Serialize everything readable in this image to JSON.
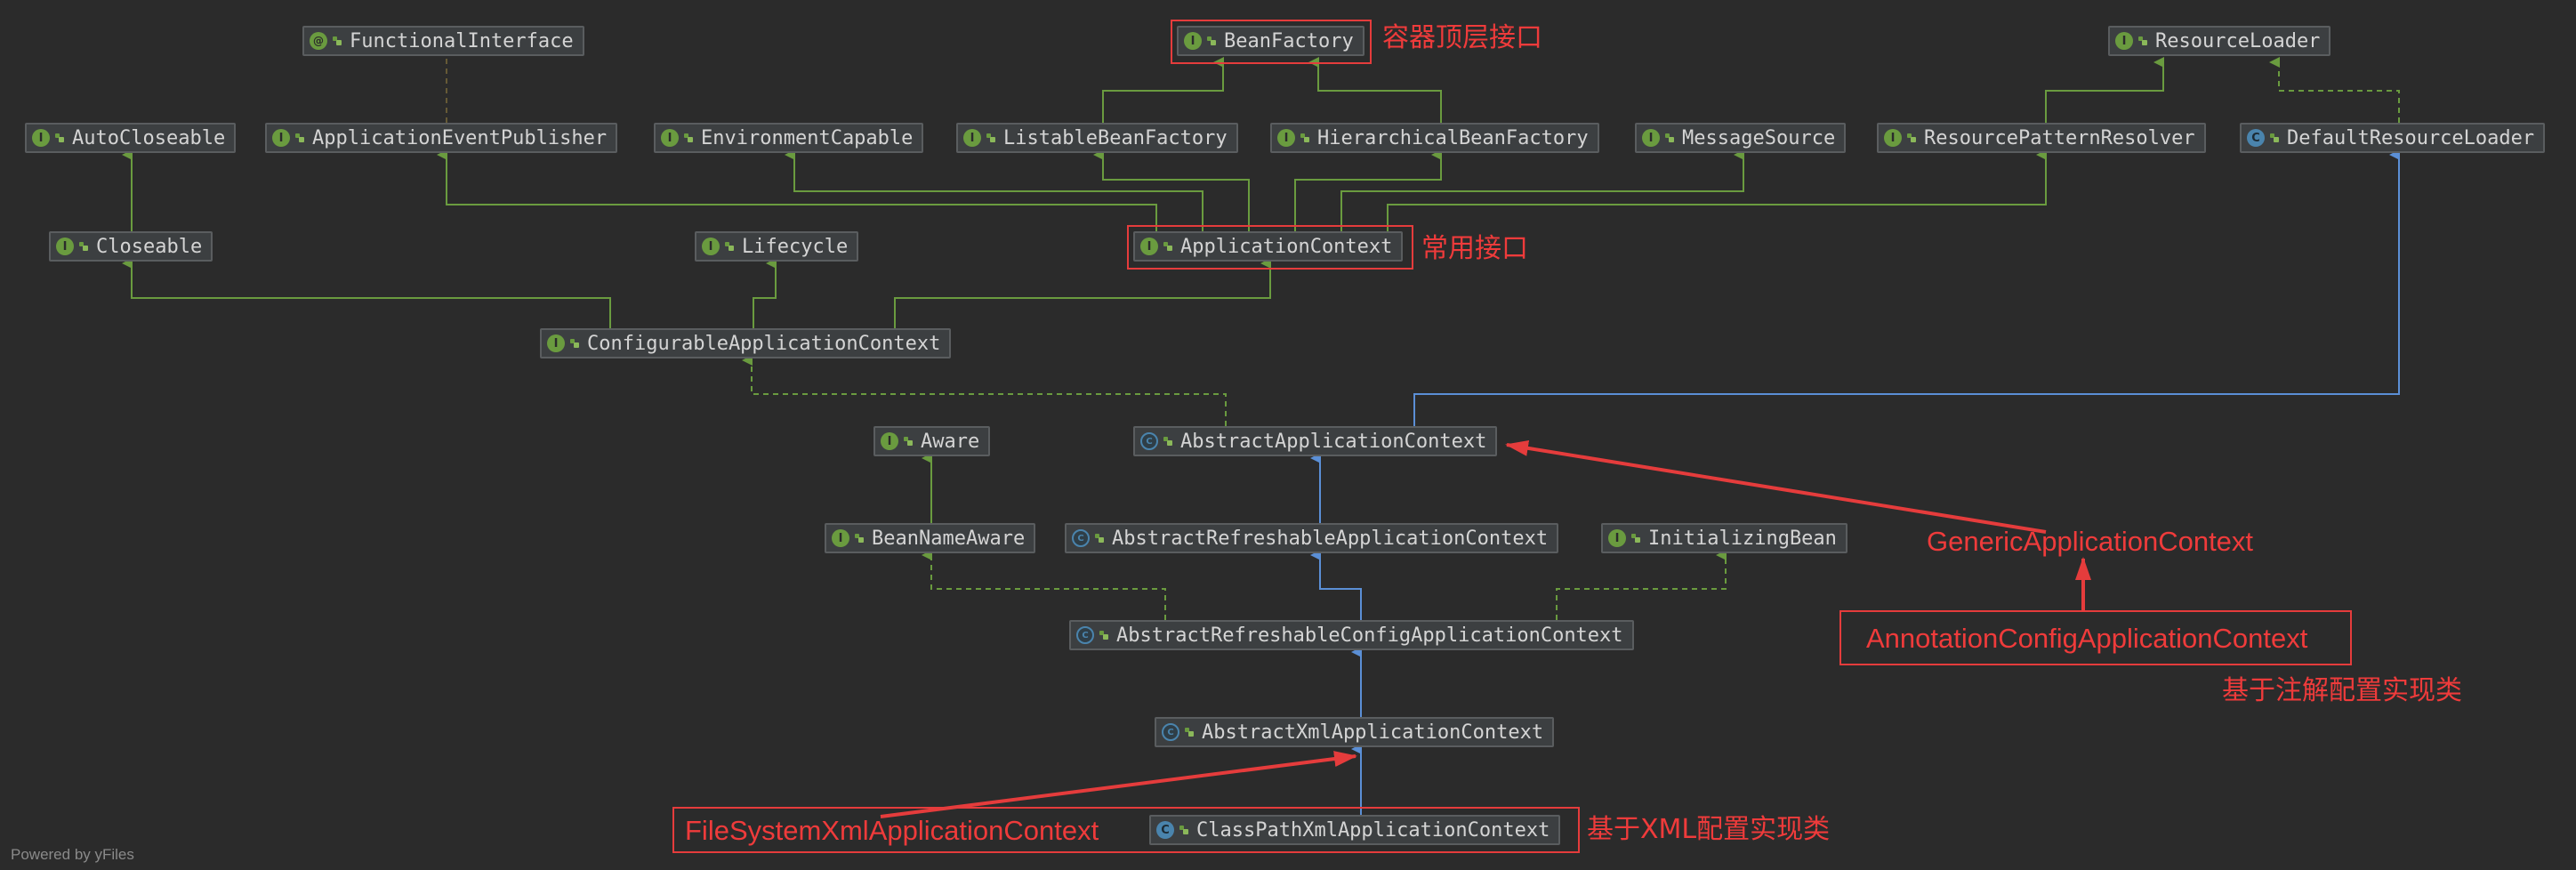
{
  "diagram": {
    "nodes": [
      {
        "id": "FunctionalInterface",
        "label": "FunctionalInterface",
        "kind": "annotation"
      },
      {
        "id": "BeanFactory",
        "label": "BeanFactory",
        "kind": "interface"
      },
      {
        "id": "ResourceLoader",
        "label": "ResourceLoader",
        "kind": "interface"
      },
      {
        "id": "AutoCloseable",
        "label": "AutoCloseable",
        "kind": "interface"
      },
      {
        "id": "ApplicationEventPublisher",
        "label": "ApplicationEventPublisher",
        "kind": "interface"
      },
      {
        "id": "EnvironmentCapable",
        "label": "EnvironmentCapable",
        "kind": "interface"
      },
      {
        "id": "ListableBeanFactory",
        "label": "ListableBeanFactory",
        "kind": "interface"
      },
      {
        "id": "HierarchicalBeanFactory",
        "label": "HierarchicalBeanFactory",
        "kind": "interface"
      },
      {
        "id": "MessageSource",
        "label": "MessageSource",
        "kind": "interface"
      },
      {
        "id": "ResourcePatternResolver",
        "label": "ResourcePatternResolver",
        "kind": "interface"
      },
      {
        "id": "DefaultResourceLoader",
        "label": "DefaultResourceLoader",
        "kind": "class"
      },
      {
        "id": "Closeable",
        "label": "Closeable",
        "kind": "interface"
      },
      {
        "id": "Lifecycle",
        "label": "Lifecycle",
        "kind": "interface"
      },
      {
        "id": "ApplicationContext",
        "label": "ApplicationContext",
        "kind": "interface"
      },
      {
        "id": "ConfigurableApplicationContext",
        "label": "ConfigurableApplicationContext",
        "kind": "interface"
      },
      {
        "id": "Aware",
        "label": "Aware",
        "kind": "interface"
      },
      {
        "id": "AbstractApplicationContext",
        "label": "AbstractApplicationContext",
        "kind": "abstract"
      },
      {
        "id": "BeanNameAware",
        "label": "BeanNameAware",
        "kind": "interface"
      },
      {
        "id": "AbstractRefreshableApplicationContext",
        "label": "AbstractRefreshableApplicationContext",
        "kind": "abstract"
      },
      {
        "id": "InitializingBean",
        "label": "InitializingBean",
        "kind": "interface"
      },
      {
        "id": "AbstractRefreshableConfigApplicationContext",
        "label": "AbstractRefreshableConfigApplicationContext",
        "kind": "abstract"
      },
      {
        "id": "AbstractXmlApplicationContext",
        "label": "AbstractXmlApplicationContext",
        "kind": "abstract"
      },
      {
        "id": "ClassPathXmlApplicationContext",
        "label": "ClassPathXmlApplicationContext",
        "kind": "class"
      }
    ],
    "edges": [
      {
        "from": "ListableBeanFactory",
        "to": "BeanFactory",
        "type": "extends"
      },
      {
        "from": "HierarchicalBeanFactory",
        "to": "BeanFactory",
        "type": "extends"
      },
      {
        "from": "ResourcePatternResolver",
        "to": "ResourceLoader",
        "type": "extends"
      },
      {
        "from": "DefaultResourceLoader",
        "to": "ResourceLoader",
        "type": "implements"
      },
      {
        "from": "ApplicationEventPublisher",
        "to": "FunctionalInterface",
        "type": "annotated"
      },
      {
        "from": "Closeable",
        "to": "AutoCloseable",
        "type": "extends"
      },
      {
        "from": "ApplicationContext",
        "to": "ApplicationEventPublisher",
        "type": "extends"
      },
      {
        "from": "ApplicationContext",
        "to": "EnvironmentCapable",
        "type": "extends"
      },
      {
        "from": "ApplicationContext",
        "to": "ListableBeanFactory",
        "type": "extends"
      },
      {
        "from": "ApplicationContext",
        "to": "HierarchicalBeanFactory",
        "type": "extends"
      },
      {
        "from": "ApplicationContext",
        "to": "MessageSource",
        "type": "extends"
      },
      {
        "from": "ApplicationContext",
        "to": "ResourcePatternResolver",
        "type": "extends"
      },
      {
        "from": "ConfigurableApplicationContext",
        "to": "Closeable",
        "type": "extends"
      },
      {
        "from": "ConfigurableApplicationContext",
        "to": "Lifecycle",
        "type": "extends"
      },
      {
        "from": "ConfigurableApplicationContext",
        "to": "ApplicationContext",
        "type": "extends"
      },
      {
        "from": "AbstractApplicationContext",
        "to": "ConfigurableApplicationContext",
        "type": "implements"
      },
      {
        "from": "AbstractApplicationContext",
        "to": "DefaultResourceLoader",
        "type": "extends"
      },
      {
        "from": "BeanNameAware",
        "to": "Aware",
        "type": "extends"
      },
      {
        "from": "AbstractRefreshableApplicationContext",
        "to": "AbstractApplicationContext",
        "type": "extends"
      },
      {
        "from": "AbstractRefreshableConfigApplicationContext",
        "to": "AbstractRefreshableApplicationContext",
        "type": "extends"
      },
      {
        "from": "AbstractRefreshableConfigApplicationContext",
        "to": "BeanNameAware",
        "type": "implements"
      },
      {
        "from": "AbstractRefreshableConfigApplicationContext",
        "to": "InitializingBean",
        "type": "implements"
      },
      {
        "from": "AbstractXmlApplicationContext",
        "to": "AbstractRefreshableConfigApplicationContext",
        "type": "extends"
      },
      {
        "from": "ClassPathXmlApplicationContext",
        "to": "AbstractXmlApplicationContext",
        "type": "extends"
      }
    ],
    "annotations": {
      "bean_factory_note": "容器顶层接口",
      "app_context_note": "常用接口",
      "generic_context": "GenericApplicationContext",
      "annotation_config_context": "AnnotationConfigApplicationContext",
      "annotation_note": "基于注解配置实现类",
      "filesystem_context": "FileSystemXmlApplicationContext",
      "xml_note": "基于XML配置实现类"
    },
    "footer": "Powered by yFiles",
    "colors": {
      "background": "#2b2b2b",
      "node_fill": "#3c3f41",
      "extends_edge": "#6a9b3f",
      "class_edge": "#5b8fd6",
      "highlight": "#e53c3c"
    }
  }
}
